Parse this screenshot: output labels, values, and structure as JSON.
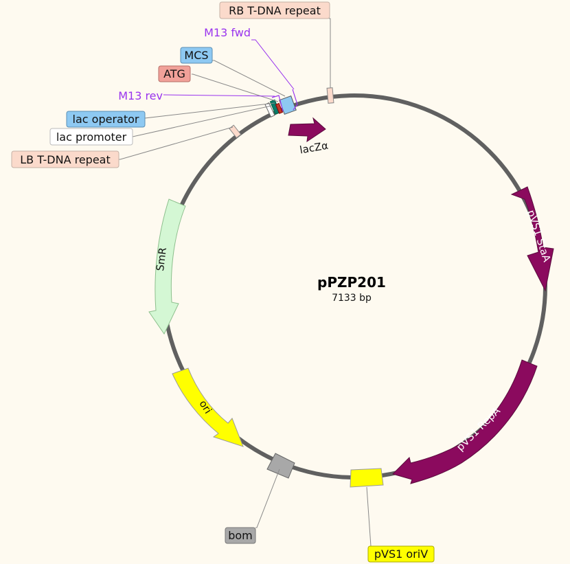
{
  "plasmid": {
    "name": "pPZP201",
    "size": "7133 bp"
  },
  "labels": {
    "rb_repeat": "RB T-DNA repeat",
    "m13_fwd": "M13 fwd",
    "mcs": "MCS",
    "atg": "ATG",
    "m13_rev": "M13 rev",
    "lac_operator": "lac operator",
    "lac_promoter": "lac promoter",
    "lb_repeat": "LB T-DNA repeat",
    "lacz": "lacZα",
    "stab": "pVS1 StaA",
    "rep": "pVS1 RepA",
    "smr": "SmR",
    "ori": "ori",
    "bom": "bom",
    "oriv": "pVS1 oriV"
  },
  "colors": {
    "background": "#fefaf0",
    "backbone": "#606060",
    "purple_feature": "#8b0a5e",
    "smr": "#d4f7d4",
    "ori": "#ffff00",
    "bom": "#a8a8a8",
    "repeat": "#fbdacb",
    "mcs": "#8ec9f2",
    "atg": "#f1a199",
    "operator": "#8ec9f2",
    "primer": "#9933ee"
  }
}
